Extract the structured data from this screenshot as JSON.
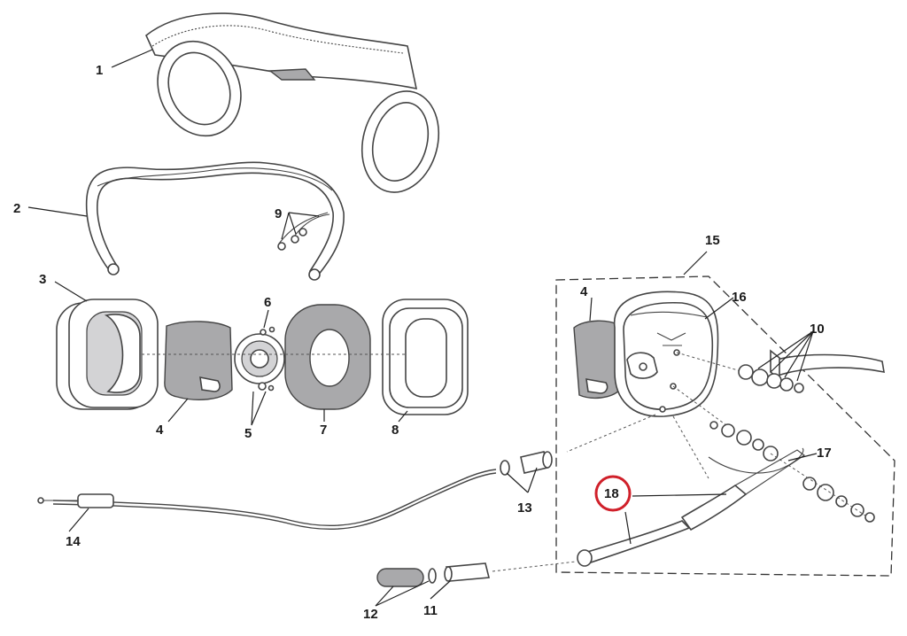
{
  "callouts": [
    "1",
    "2",
    "3",
    "4",
    "5",
    "6",
    "7",
    "8",
    "9",
    "10",
    "11",
    "12",
    "13",
    "14",
    "15",
    "16",
    "17",
    "18"
  ],
  "callout_secondary_4": "4",
  "highlight": {
    "callout": "18",
    "color": "#d0202a"
  },
  "colors": {
    "line": "#444444",
    "fill_grey": "#a9a9ab",
    "fill_light": "#d3d3d5"
  }
}
